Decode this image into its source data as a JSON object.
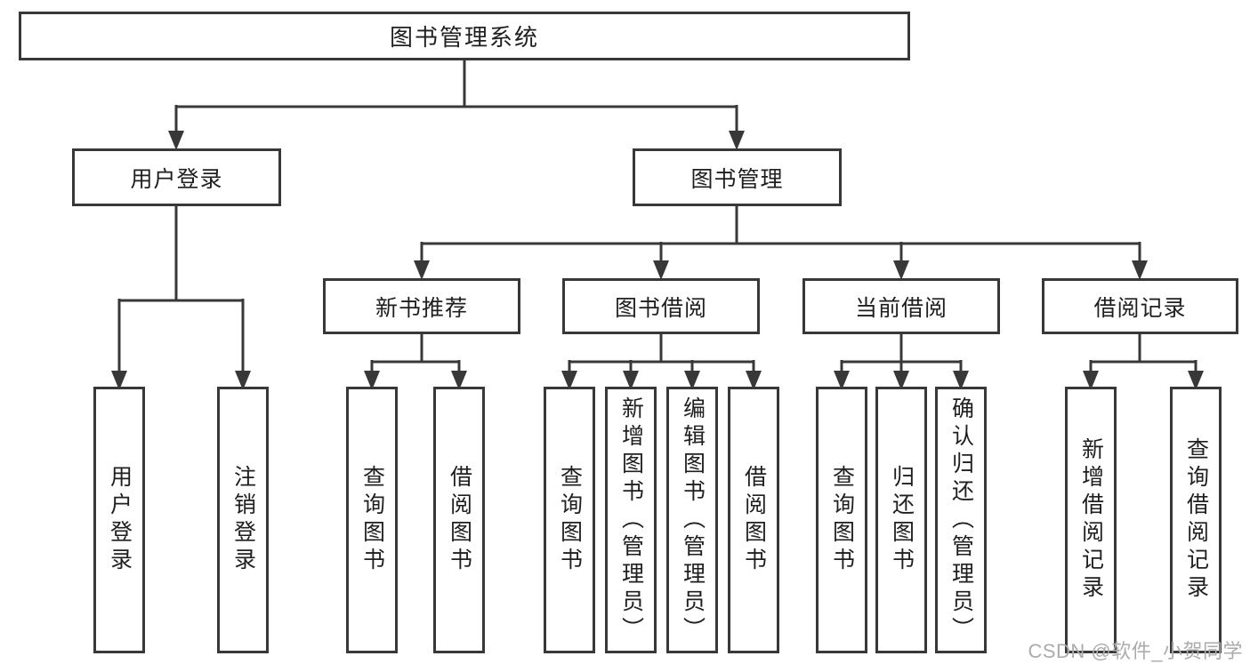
{
  "diagram": {
    "nodes": {
      "root": "图书管理系统",
      "user_login": "用户登录",
      "book_management": "图书管理",
      "new_book_recommend": "新书推荐",
      "book_borrow": "图书借阅",
      "current_borrow": "当前借阅",
      "borrow_record": "借阅记录",
      "leaf_user_login": "用户登录",
      "leaf_logout": "注销登录",
      "leaf_nb_query_book": "查询图书",
      "leaf_nb_borrow_book": "借阅图书",
      "leaf_bb_query_book": "查询图书",
      "leaf_bb_add_book_admin": "新增图书（管理员）",
      "leaf_bb_edit_book_admin": "编辑图书（管理员）",
      "leaf_bb_borrow_book": "借阅图书",
      "leaf_cb_query_book": "查询图书",
      "leaf_cb_return_book": "归还图书",
      "leaf_cb_confirm_return_admin": "确认归还（管理员）",
      "leaf_br_add_record": "新增借阅记录",
      "leaf_br_query_record": "查询借阅记录"
    },
    "watermark": "CSDN @软件_小贺同学",
    "colors": {
      "line": "#383838",
      "text": "#1f1f1f",
      "background": "#ffffff",
      "watermark": "#ababab"
    }
  }
}
